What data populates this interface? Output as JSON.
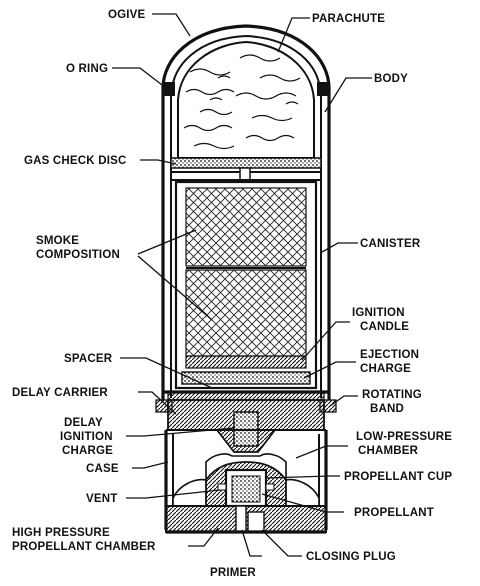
{
  "labels": {
    "ogive": "OGIVE",
    "parachute": "PARACHUTE",
    "o_ring": "O RING",
    "body": "BODY",
    "gas_check_disc": "GAS CHECK DISC",
    "smoke_composition_1": "SMOKE",
    "smoke_composition_2": "COMPOSITION",
    "canister": "CANISTER",
    "ignition_candle_1": "IGNITION",
    "ignition_candle_2": "CANDLE",
    "spacer": "SPACER",
    "ejection_charge_1": "EJECTION",
    "ejection_charge_2": "CHARGE",
    "delay_carrier": "DELAY CARRIER",
    "rotating_band_1": "ROTATING",
    "rotating_band_2": "BAND",
    "delay_ignition_charge_1": "DELAY",
    "delay_ignition_charge_2": "IGNITION",
    "delay_ignition_charge_3": "CHARGE",
    "low_pressure_chamber_1": "LOW-PRESSURE",
    "low_pressure_chamber_2": "CHAMBER",
    "case": "CASE",
    "propellant_cup": "PROPELLANT CUP",
    "vent": "VENT",
    "propellant": "PROPELLANT",
    "high_pressure_chamber_1": "HIGH PRESSURE",
    "high_pressure_chamber_2": "PROPELLANT CHAMBER",
    "primer": "PRIMER",
    "closing_plug": "CLOSING PLUG"
  },
  "colors": {
    "ink": "#111111",
    "paper": "#ffffff",
    "section_fill": "#3a3a3a"
  }
}
